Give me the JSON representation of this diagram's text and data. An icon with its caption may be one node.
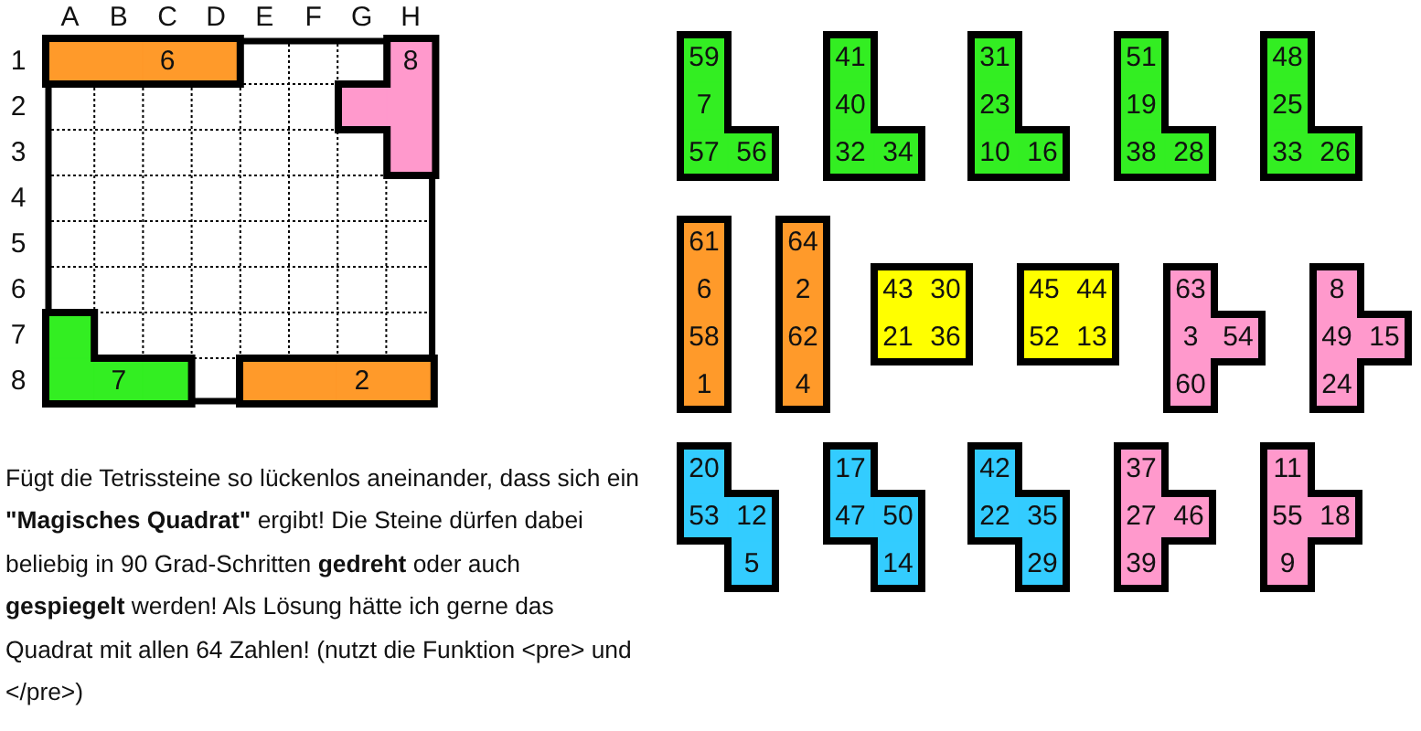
{
  "diagram": {
    "nodes": [
      {
        "text": [],
        "shape": "box"
      },
      {
        "text": [
          "6"
        ],
        "in": 0
      },
      {
        "text": [
          "8"
        ],
        "in": 0
      },
      {
        "text": [
          "7"
        ],
        "in": 0
      },
      {
        "text": [
          "2"
        ],
        "in": 0
      },
      {
        "text": [
          "59",
          "7",
          "57",
          "56"
        ]
      },
      {
        "text": [
          "41",
          "40",
          "32",
          "34"
        ]
      },
      {
        "text": [
          "31",
          "23",
          "10",
          "16"
        ]
      },
      {
        "text": [
          "51",
          "19",
          "38",
          "28"
        ]
      },
      {
        "text": [
          "48",
          "25",
          "33",
          "26"
        ]
      },
      {
        "text": [
          "61",
          "6",
          "58",
          "1"
        ]
      },
      {
        "text": [
          "64",
          "2",
          "62",
          "4"
        ]
      },
      {
        "text": [
          "43",
          "30",
          "21",
          "36"
        ]
      },
      {
        "text": [
          "45",
          "44",
          "52",
          "13"
        ]
      },
      {
        "text": [
          "63",
          "3",
          "54",
          "60"
        ]
      },
      {
        "text": [
          "8",
          "49",
          "15",
          "24"
        ]
      },
      {
        "text": [
          "20",
          "53",
          "12",
          "5"
        ]
      },
      {
        "text": [
          "17",
          "47",
          "50",
          "14"
        ]
      },
      {
        "text": [
          "42",
          "22",
          "35",
          "29"
        ]
      },
      {
        "text": [
          "37",
          "27",
          "46",
          "39"
        ]
      },
      {
        "text": [
          "11",
          "55",
          "18",
          "9"
        ]
      }
    ],
    "labels": [
      "A",
      "B",
      "C",
      "D",
      "E",
      "F",
      "G",
      "H",
      "1",
      "2",
      "3",
      "4",
      "5",
      "6",
      "7",
      "8",
      "Fügt die Tetrissteine so lückenlos aneinander, dass sich ein **\"Magisches Quadrat\"** ergibt! Die Steine dürfen dabei beliebig in 90 Grad-Schritten **gedreht** oder auch **gespiegelt** werden! Als Lösung hätte ich gerne das Quadrat mit allen 64 Zahlen! (nutzt die Funktion <pre> und </pre>)"
    ]
  }
}
